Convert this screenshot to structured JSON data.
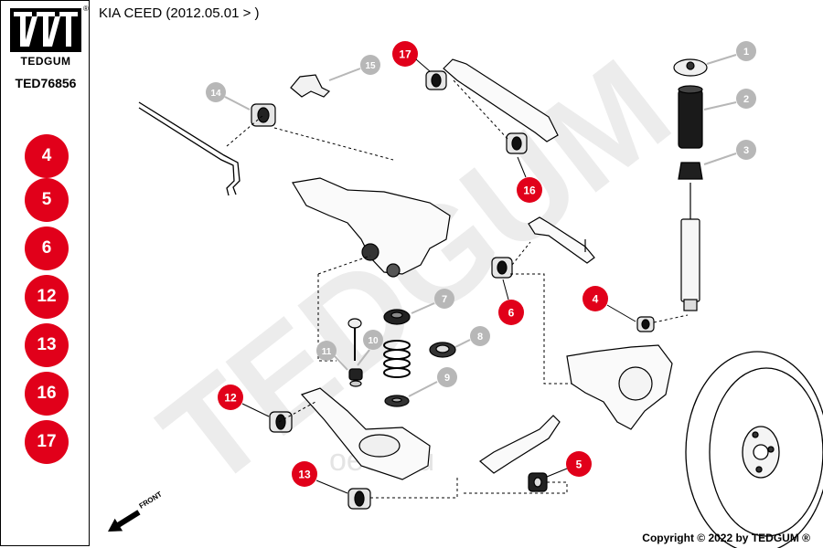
{
  "brand": {
    "name": "TEDGUM",
    "part_code": "TED76856",
    "registered_mark": "®"
  },
  "title": "KIA CEED  (2012.05.01 > )",
  "sidebar_badges": [
    "4",
    "5",
    "6",
    "12",
    "13",
    "16",
    "17"
  ],
  "callouts_red": [
    "17",
    "16",
    "6",
    "4",
    "12",
    "13",
    "5"
  ],
  "callouts_gray": [
    "1",
    "2",
    "3",
    "7",
    "8",
    "9",
    "10",
    "11",
    "14",
    "15"
  ],
  "watermark": {
    "brand": "TEDGUM",
    "site": "oeoe.ru"
  },
  "front_label": "FRONT",
  "copyright": "Copyright © 2022 by TEDGUM ®",
  "colors": {
    "red_badge": "#e1001a",
    "gray_badge": "#b7b7b7",
    "watermark": "#ececec",
    "line": "#000000"
  }
}
